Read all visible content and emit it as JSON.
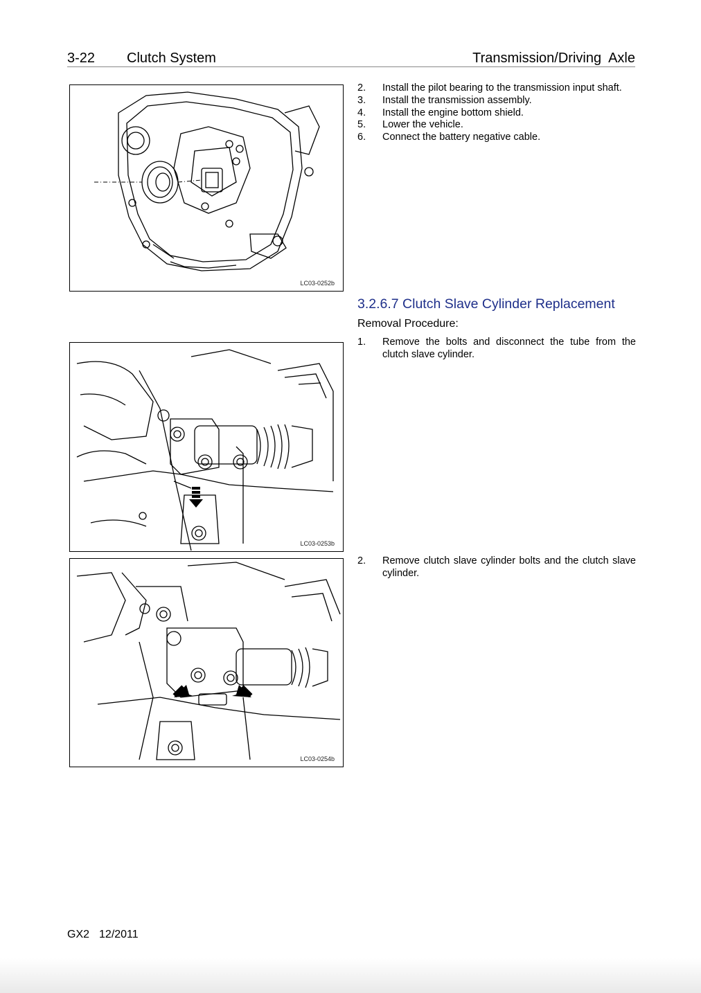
{
  "header": {
    "page_number": "3-22",
    "section": "Clutch System",
    "chapter": "Transmission/Driving  Axle"
  },
  "install_steps": [
    {
      "num": "2.",
      "text": "Install the pilot bearing to the transmission input shaft."
    },
    {
      "num": "3.",
      "text": "Install the transmission assembly."
    },
    {
      "num": "4.",
      "text": "Install the engine bottom shield."
    },
    {
      "num": "5.",
      "text": "Lower the vehicle."
    },
    {
      "num": "6.",
      "text": "Connect the battery negative cable."
    }
  ],
  "section": {
    "title": "3.2.6.7 Clutch Slave Cylinder Replacement",
    "subtitle": "Removal Procedure:",
    "title_color": "#1e2f8a"
  },
  "removal_steps": [
    {
      "num": "1.",
      "text": "Remove the bolts and disconnect the tube from the clutch slave cylinder."
    },
    {
      "num": "2.",
      "text": "Remove clutch slave cylinder bolts and the clutch slave cylinder."
    }
  ],
  "figures": [
    {
      "code": "LC03-0252b"
    },
    {
      "code": "LC03-0253b"
    },
    {
      "code": "LC03-0254b"
    }
  ],
  "footer": {
    "model": "GX2",
    "date": "12/2011"
  }
}
